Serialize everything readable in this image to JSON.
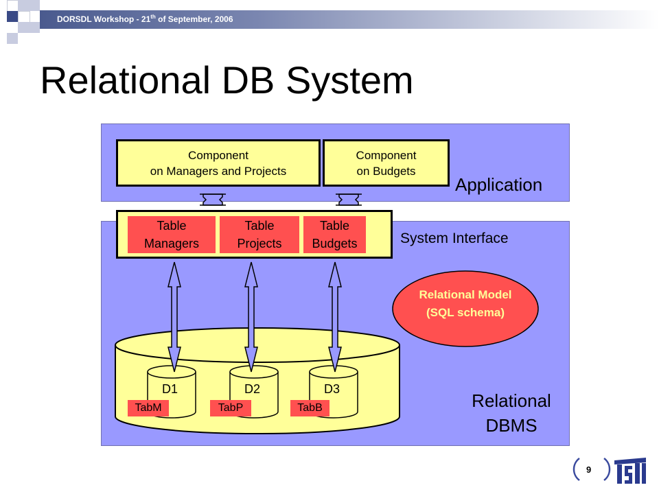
{
  "header": {
    "text_main": "DORSDL Workshop - 21",
    "text_sup": "th",
    "text_tail": " of September, 2006"
  },
  "title": "Relational DB System",
  "application": {
    "label": "Application",
    "components": [
      {
        "line1": "Component",
        "line2": "on Managers and Projects"
      },
      {
        "line1": "Component",
        "line2": "on Budgets"
      }
    ]
  },
  "system_interface": {
    "label": "System Interface",
    "tables": [
      {
        "line1": "Table",
        "line2": "Managers"
      },
      {
        "line1": "Table",
        "line2": "Projects"
      },
      {
        "line1": "Table",
        "line2": "Budgets"
      }
    ]
  },
  "relational_model": {
    "line1": "Relational Model",
    "line2": "(SQL schema)"
  },
  "storage": {
    "disks": [
      {
        "label": "D1",
        "tab": "TabM"
      },
      {
        "label": "D2",
        "tab": "TabP"
      },
      {
        "label": "D3",
        "tab": "TabB"
      }
    ]
  },
  "dbms": {
    "line1": "Relational",
    "line2": "DBMS"
  },
  "page_number": "9",
  "colors": {
    "panel": "#9999ff",
    "component": "#ffff99",
    "table": "#ff5050",
    "header_bar": "#4a5a8e"
  }
}
